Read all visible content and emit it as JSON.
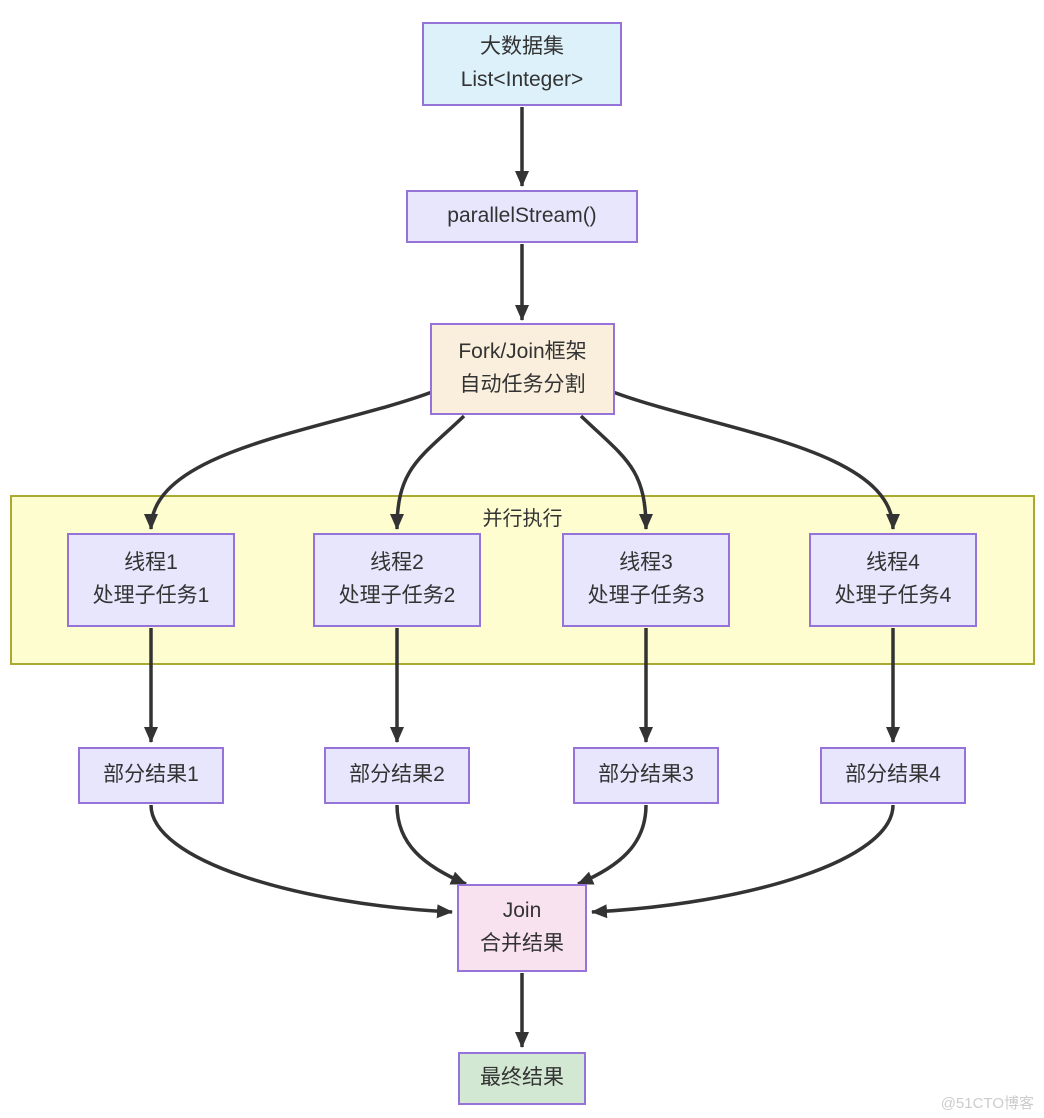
{
  "diagram": {
    "watermark": "@51CTO博客",
    "colors": {
      "border_purple": "#9673d9",
      "arrow": "#333333",
      "node_blue": "#ddf1fb",
      "node_lavender": "#e8e6fc",
      "node_peach": "#faefdc",
      "node_pink": "#f9e2f0",
      "node_green": "#d2e8d2",
      "group_yellow": "#fdfdd0",
      "group_border": "#aaaa33"
    },
    "nodes": {
      "dataset": {
        "line1": "大数据集",
        "line2": "List<Integer>"
      },
      "parallel_stream": {
        "line1": "parallelStream()"
      },
      "forkjoin": {
        "line1": "Fork/Join框架",
        "line2": "自动任务分割"
      },
      "group_label": "并行执行",
      "threads": [
        {
          "line1": "线程1",
          "line2": "处理子任务1"
        },
        {
          "line1": "线程2",
          "line2": "处理子任务2"
        },
        {
          "line1": "线程3",
          "line2": "处理子任务3"
        },
        {
          "line1": "线程4",
          "line2": "处理子任务4"
        }
      ],
      "partials": [
        {
          "label": "部分结果1"
        },
        {
          "label": "部分结果2"
        },
        {
          "label": "部分结果3"
        },
        {
          "label": "部分结果4"
        }
      ],
      "join": {
        "line1": "Join",
        "line2": "合并结果"
      },
      "final": {
        "line1": "最终结果"
      }
    }
  }
}
